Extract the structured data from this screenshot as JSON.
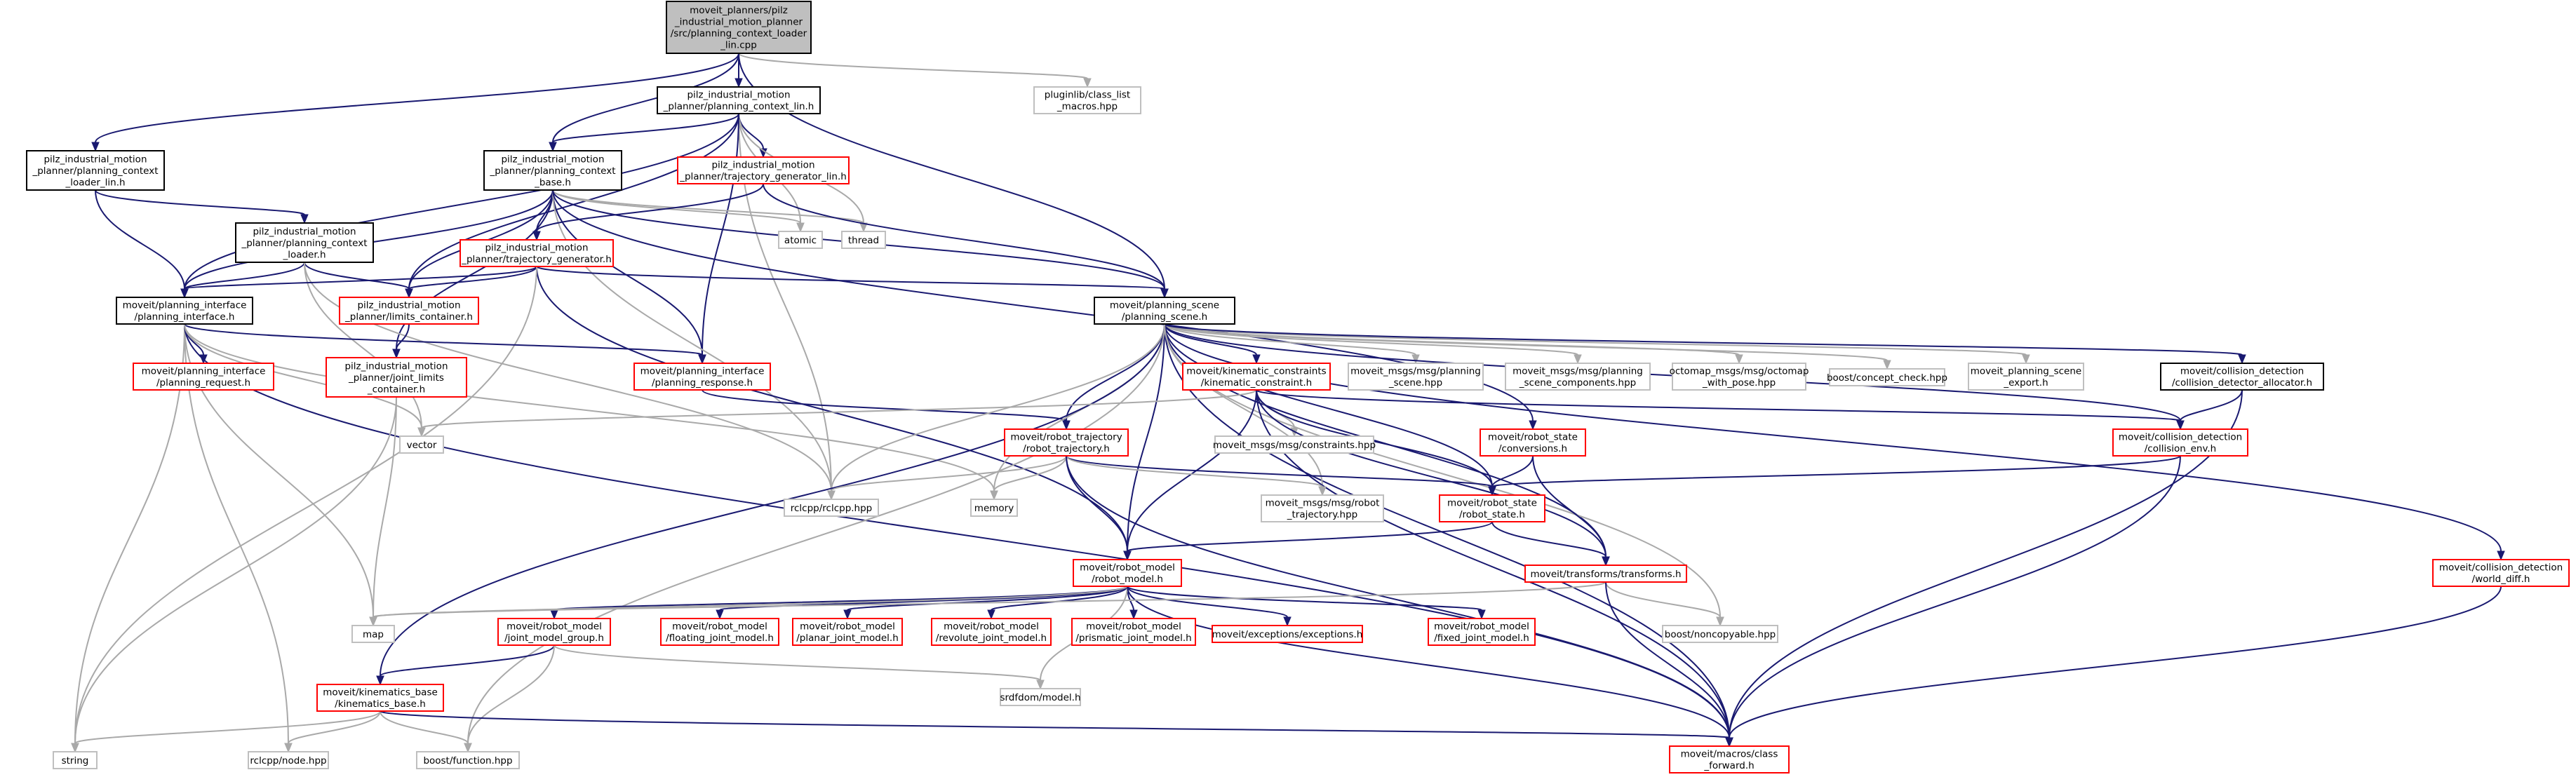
{
  "colors": {
    "edge": "#191970",
    "edge_light": "#a9a9a9",
    "border_black": "#000000",
    "border_red": "#ff0000",
    "border_gray": "#bfbfbf",
    "focus_fill": "#bfbfbf",
    "fill": "#ffffff"
  },
  "nodes": [
    {
      "id": "root",
      "style": "focus",
      "lines": [
        "moveit_planners/pilz",
        "_industrial_motion_planner",
        "/src/planning_context_loader",
        "_lin.cpp"
      ]
    },
    {
      "id": "lin_h",
      "style": "black",
      "lines": [
        "pilz_industrial_motion",
        "_planner/planning_context_lin.h"
      ]
    },
    {
      "id": "class_list",
      "style": "gray",
      "lines": [
        "pluginlib/class_list",
        "_macros.hpp"
      ]
    },
    {
      "id": "ctx_loader_lin_h",
      "style": "black",
      "lines": [
        "pilz_industrial_motion",
        "_planner/planning_context",
        "_loader_lin.h"
      ]
    },
    {
      "id": "ctx_base_h",
      "style": "black",
      "lines": [
        "pilz_industrial_motion",
        "_planner/planning_context",
        "_base.h"
      ]
    },
    {
      "id": "traj_gen_lin_h",
      "style": "red",
      "lines": [
        "pilz_industrial_motion",
        "_planner/trajectory_generator_lin.h"
      ]
    },
    {
      "id": "ctx_loader_h",
      "style": "black",
      "lines": [
        "pilz_industrial_motion",
        "_planner/planning_context",
        "_loader.h"
      ]
    },
    {
      "id": "atomic",
      "style": "gray",
      "lines": [
        "atomic"
      ]
    },
    {
      "id": "thread",
      "style": "gray",
      "lines": [
        "thread"
      ]
    },
    {
      "id": "traj_gen_h",
      "style": "red",
      "lines": [
        "pilz_industrial_motion",
        "_planner/trajectory_generator.h"
      ]
    },
    {
      "id": "planning_interface",
      "style": "black",
      "lines": [
        "moveit/planning_interface",
        "/planning_interface.h"
      ]
    },
    {
      "id": "limits_container",
      "style": "red",
      "lines": [
        "pilz_industrial_motion",
        "_planner/limits_container.h"
      ]
    },
    {
      "id": "planning_scene",
      "style": "black",
      "lines": [
        "moveit/planning_scene",
        "/planning_scene.h"
      ]
    },
    {
      "id": "planning_request",
      "style": "red",
      "lines": [
        "moveit/planning_interface",
        "/planning_request.h"
      ]
    },
    {
      "id": "joint_limits",
      "style": "red",
      "lines": [
        "pilz_industrial_motion",
        "_planner/joint_limits",
        "_container.h"
      ]
    },
    {
      "id": "planning_response",
      "style": "red",
      "lines": [
        "moveit/planning_interface",
        "/planning_response.h"
      ]
    },
    {
      "id": "kinematic_constraint",
      "style": "red",
      "lines": [
        "moveit/kinematic_constraints",
        "/kinematic_constraint.h"
      ]
    },
    {
      "id": "msg_planning_scene",
      "style": "gray",
      "lines": [
        "moveit_msgs/msg/planning",
        "_scene.hpp"
      ]
    },
    {
      "id": "msg_psc",
      "style": "gray",
      "lines": [
        "moveit_msgs/msg/planning",
        "_scene_components.hpp"
      ]
    },
    {
      "id": "octomap",
      "style": "gray",
      "lines": [
        "octomap_msgs/msg/octomap",
        "_with_pose.hpp"
      ]
    },
    {
      "id": "concept_check",
      "style": "gray",
      "lines": [
        "boost/concept_check.hpp"
      ]
    },
    {
      "id": "scene_export",
      "style": "gray",
      "lines": [
        "moveit_planning_scene",
        "_export.h"
      ]
    },
    {
      "id": "cd_allocator",
      "style": "black",
      "lines": [
        "moveit/collision_detection",
        "/collision_detector_allocator.h"
      ]
    },
    {
      "id": "vector",
      "style": "gray",
      "lines": [
        "vector"
      ]
    },
    {
      "id": "robot_trajectory",
      "style": "red",
      "lines": [
        "moveit/robot_trajectory",
        "/robot_trajectory.h"
      ]
    },
    {
      "id": "msg_constraints",
      "style": "gray",
      "lines": [
        "moveit_msgs/msg/constraints.hpp"
      ]
    },
    {
      "id": "rs_conversions",
      "style": "red",
      "lines": [
        "moveit/robot_state",
        "/conversions.h"
      ]
    },
    {
      "id": "collision_env",
      "style": "red",
      "lines": [
        "moveit/collision_detection",
        "/collision_env.h"
      ]
    },
    {
      "id": "rclcpp",
      "style": "gray",
      "lines": [
        "rclcpp/rclcpp.hpp"
      ]
    },
    {
      "id": "memory",
      "style": "gray",
      "lines": [
        "memory"
      ]
    },
    {
      "id": "msg_robot_traj",
      "style": "gray",
      "lines": [
        "moveit_msgs/msg/robot",
        "_trajectory.hpp"
      ]
    },
    {
      "id": "robot_state",
      "style": "red",
      "lines": [
        "moveit/robot_state",
        "/robot_state.h"
      ]
    },
    {
      "id": "robot_model",
      "style": "red",
      "lines": [
        "moveit/robot_model",
        "/robot_model.h"
      ]
    },
    {
      "id": "transforms",
      "style": "red",
      "lines": [
        "moveit/transforms/transforms.h"
      ]
    },
    {
      "id": "world_diff",
      "style": "red",
      "lines": [
        "moveit/collision_detection",
        "/world_diff.h"
      ]
    },
    {
      "id": "map",
      "style": "gray",
      "lines": [
        "map"
      ]
    },
    {
      "id": "jmg",
      "style": "red",
      "lines": [
        "moveit/robot_model",
        "/joint_model_group.h"
      ]
    },
    {
      "id": "floating",
      "style": "red",
      "lines": [
        "moveit/robot_model",
        "/floating_joint_model.h"
      ]
    },
    {
      "id": "planar",
      "style": "red",
      "lines": [
        "moveit/robot_model",
        "/planar_joint_model.h"
      ]
    },
    {
      "id": "revolute",
      "style": "red",
      "lines": [
        "moveit/robot_model",
        "/revolute_joint_model.h"
      ]
    },
    {
      "id": "prismatic",
      "style": "red",
      "lines": [
        "moveit/robot_model",
        "/prismatic_joint_model.h"
      ]
    },
    {
      "id": "exceptions",
      "style": "red",
      "lines": [
        "moveit/exceptions/exceptions.h"
      ]
    },
    {
      "id": "fixed",
      "style": "red",
      "lines": [
        "moveit/robot_model",
        "/fixed_joint_model.h"
      ]
    },
    {
      "id": "noncopyable",
      "style": "gray",
      "lines": [
        "boost/noncopyable.hpp"
      ]
    },
    {
      "id": "srdf",
      "style": "gray",
      "lines": [
        "srdfdom/model.h"
      ]
    },
    {
      "id": "kin_base",
      "style": "red",
      "lines": [
        "moveit/kinematics_base",
        "/kinematics_base.h"
      ]
    },
    {
      "id": "string",
      "style": "gray",
      "lines": [
        "string"
      ]
    },
    {
      "id": "rclcpp_node",
      "style": "gray",
      "lines": [
        "rclcpp/node.hpp"
      ]
    },
    {
      "id": "boost_function",
      "style": "gray",
      "lines": [
        "boost/function.hpp"
      ]
    },
    {
      "id": "class_forward",
      "style": "red",
      "lines": [
        "moveit/macros/class",
        "_forward.h"
      ]
    }
  ],
  "edges": [
    [
      "root",
      "lin_h"
    ],
    [
      "root",
      "class_list"
    ],
    [
      "root",
      "ctx_loader_lin_h"
    ],
    [
      "root",
      "ctx_base_h"
    ],
    [
      "root",
      "planning_scene"
    ],
    [
      "lin_h",
      "ctx_base_h"
    ],
    [
      "lin_h",
      "traj_gen_lin_h"
    ],
    [
      "lin_h",
      "planning_interface"
    ],
    [
      "lin_h",
      "limits_container"
    ],
    [
      "lin_h",
      "atomic"
    ],
    [
      "lin_h",
      "thread"
    ],
    [
      "lin_h",
      "rclcpp"
    ],
    [
      "lin_h",
      "planning_response"
    ],
    [
      "ctx_loader_lin_h",
      "ctx_loader_h"
    ],
    [
      "ctx_loader_lin_h",
      "planning_interface"
    ],
    [
      "ctx_base_h",
      "traj_gen_h"
    ],
    [
      "ctx_base_h",
      "planning_interface"
    ],
    [
      "ctx_base_h",
      "atomic"
    ],
    [
      "ctx_base_h",
      "thread"
    ],
    [
      "ctx_base_h",
      "planning_scene"
    ],
    [
      "ctx_base_h",
      "limits_container"
    ],
    [
      "ctx_base_h",
      "joint_limits"
    ],
    [
      "ctx_base_h",
      "planning_response"
    ],
    [
      "ctx_base_h",
      "rclcpp"
    ],
    [
      "ctx_base_h",
      "rs_conversions"
    ],
    [
      "traj_gen_lin_h",
      "traj_gen_h"
    ],
    [
      "traj_gen_lin_h",
      "planning_scene"
    ],
    [
      "ctx_loader_h",
      "planning_interface"
    ],
    [
      "ctx_loader_h",
      "limits_container"
    ],
    [
      "ctx_loader_h",
      "rclcpp"
    ],
    [
      "ctx_loader_h",
      "vector"
    ],
    [
      "traj_gen_h",
      "planning_interface"
    ],
    [
      "traj_gen_h",
      "limits_container"
    ],
    [
      "traj_gen_h",
      "planning_scene"
    ],
    [
      "traj_gen_h",
      "robot_model"
    ],
    [
      "traj_gen_h",
      "string"
    ],
    [
      "planning_interface",
      "planning_request"
    ],
    [
      "planning_interface",
      "planning_response"
    ],
    [
      "planning_interface",
      "string"
    ],
    [
      "planning_interface",
      "map"
    ],
    [
      "planning_interface",
      "rclcpp_node"
    ],
    [
      "planning_interface",
      "class_forward"
    ],
    [
      "planning_interface",
      "memory"
    ],
    [
      "planning_interface",
      "vector"
    ],
    [
      "limits_container",
      "joint_limits"
    ],
    [
      "joint_limits",
      "map"
    ],
    [
      "joint_limits",
      "string"
    ],
    [
      "planning_response",
      "robot_trajectory"
    ],
    [
      "planning_scene",
      "kinematic_constraint"
    ],
    [
      "planning_scene",
      "msg_planning_scene"
    ],
    [
      "planning_scene",
      "msg_psc"
    ],
    [
      "planning_scene",
      "octomap"
    ],
    [
      "planning_scene",
      "concept_check"
    ],
    [
      "planning_scene",
      "scene_export"
    ],
    [
      "planning_scene",
      "cd_allocator"
    ],
    [
      "planning_scene",
      "robot_trajectory"
    ],
    [
      "planning_scene",
      "robot_model"
    ],
    [
      "planning_scene",
      "robot_state"
    ],
    [
      "planning_scene",
      "collision_env"
    ],
    [
      "planning_scene",
      "world_diff"
    ],
    [
      "planning_scene",
      "transforms"
    ],
    [
      "planning_scene",
      "noncopyable"
    ],
    [
      "planning_scene",
      "class_forward"
    ],
    [
      "planning_scene",
      "rclcpp"
    ],
    [
      "planning_scene",
      "memory"
    ],
    [
      "planning_scene",
      "msg_robot_traj"
    ],
    [
      "planning_scene",
      "kin_base"
    ],
    [
      "planning_scene",
      "boost_function"
    ],
    [
      "kinematic_constraint",
      "vector"
    ],
    [
      "kinematic_constraint",
      "msg_constraints"
    ],
    [
      "kinematic_constraint",
      "robot_model"
    ],
    [
      "kinematic_constraint",
      "robot_state"
    ],
    [
      "kinematic_constraint",
      "collision_env"
    ],
    [
      "kinematic_constraint",
      "transforms"
    ],
    [
      "kinematic_constraint",
      "class_forward"
    ],
    [
      "cd_allocator",
      "collision_env"
    ],
    [
      "cd_allocator",
      "class_forward"
    ],
    [
      "robot_trajectory",
      "robot_model"
    ],
    [
      "robot_trajectory",
      "robot_state"
    ],
    [
      "robot_trajectory",
      "msg_robot_traj"
    ],
    [
      "robot_trajectory",
      "rclcpp"
    ],
    [
      "robot_trajectory",
      "memory"
    ],
    [
      "robot_trajectory",
      "class_forward"
    ],
    [
      "rs_conversions",
      "robot_state"
    ],
    [
      "rs_conversions",
      "transforms"
    ],
    [
      "collision_env",
      "robot_state"
    ],
    [
      "collision_env",
      "class_forward"
    ],
    [
      "robot_state",
      "robot_model"
    ],
    [
      "robot_state",
      "transforms"
    ],
    [
      "robot_model",
      "jmg"
    ],
    [
      "robot_model",
      "floating"
    ],
    [
      "robot_model",
      "planar"
    ],
    [
      "robot_model",
      "revolute"
    ],
    [
      "robot_model",
      "prismatic"
    ],
    [
      "robot_model",
      "exceptions"
    ],
    [
      "robot_model",
      "fixed"
    ],
    [
      "robot_model",
      "map"
    ],
    [
      "robot_model",
      "srdf"
    ],
    [
      "robot_model",
      "class_forward"
    ],
    [
      "transforms",
      "map"
    ],
    [
      "transforms",
      "noncopyable"
    ],
    [
      "transforms",
      "class_forward"
    ],
    [
      "world_diff",
      "class_forward"
    ],
    [
      "jmg",
      "kin_base"
    ],
    [
      "jmg",
      "boost_function"
    ],
    [
      "jmg",
      "srdf"
    ],
    [
      "kin_base",
      "string"
    ],
    [
      "kin_base",
      "rclcpp_node"
    ],
    [
      "kin_base",
      "boost_function"
    ],
    [
      "kin_base",
      "class_forward"
    ]
  ],
  "light_edges": [
    [
      "root",
      "class_list"
    ],
    [
      "lin_h",
      "atomic"
    ],
    [
      "lin_h",
      "thread"
    ],
    [
      "ctx_base_h",
      "atomic"
    ],
    [
      "ctx_base_h",
      "thread"
    ],
    [
      "ctx_loader_h",
      "vector"
    ],
    [
      "traj_gen_h",
      "string"
    ],
    [
      "planning_interface",
      "string"
    ],
    [
      "planning_interface",
      "map"
    ],
    [
      "planning_interface",
      "rclcpp_node"
    ],
    [
      "planning_interface",
      "memory"
    ],
    [
      "planning_interface",
      "vector"
    ],
    [
      "joint_limits",
      "map"
    ],
    [
      "joint_limits",
      "string"
    ],
    [
      "planning_scene",
      "msg_planning_scene"
    ],
    [
      "planning_scene",
      "msg_psc"
    ],
    [
      "planning_scene",
      "octomap"
    ],
    [
      "planning_scene",
      "concept_check"
    ],
    [
      "planning_scene",
      "scene_export"
    ],
    [
      "planning_scene",
      "memory"
    ],
    [
      "planning_scene",
      "msg_robot_traj"
    ],
    [
      "planning_scene",
      "boost_function"
    ],
    [
      "planning_scene",
      "rclcpp"
    ],
    [
      "planning_scene",
      "noncopyable"
    ],
    [
      "kinematic_constraint",
      "vector"
    ],
    [
      "kinematic_constraint",
      "msg_constraints"
    ],
    [
      "robot_trajectory",
      "msg_robot_traj"
    ],
    [
      "robot_trajectory",
      "rclcpp"
    ],
    [
      "robot_trajectory",
      "memory"
    ],
    [
      "robot_model",
      "map"
    ],
    [
      "robot_model",
      "srdf"
    ],
    [
      "transforms",
      "map"
    ],
    [
      "transforms",
      "noncopyable"
    ],
    [
      "jmg",
      "boost_function"
    ],
    [
      "jmg",
      "srdf"
    ],
    [
      "kin_base",
      "string"
    ],
    [
      "kin_base",
      "rclcpp_node"
    ],
    [
      "kin_base",
      "boost_function"
    ],
    [
      "lin_h",
      "rclcpp"
    ],
    [
      "ctx_base_h",
      "rclcpp"
    ],
    [
      "ctx_loader_h",
      "rclcpp"
    ]
  ]
}
